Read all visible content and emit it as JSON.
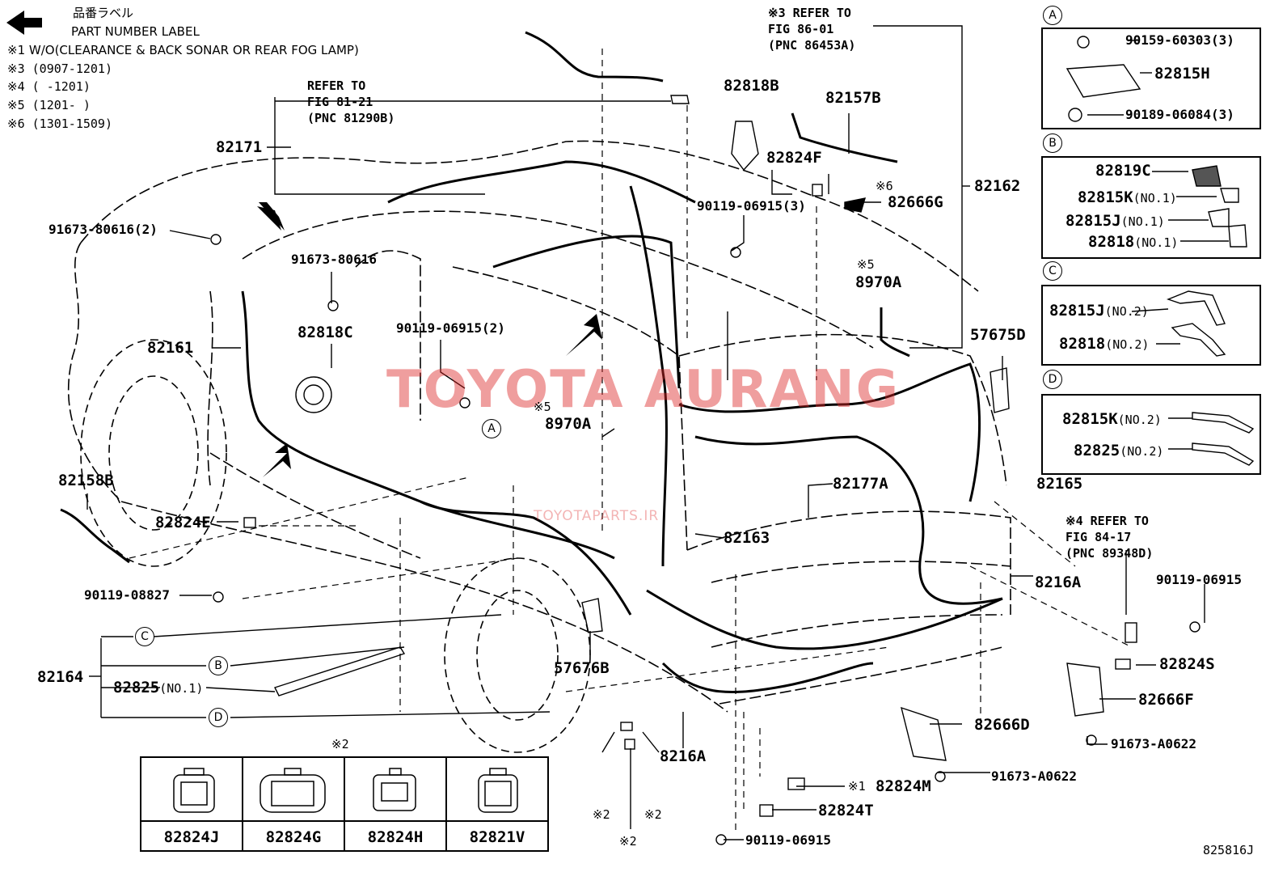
{
  "legend": {
    "arrow_label_jp": "品番ラベル",
    "arrow_label_en": "PART NUMBER LABEL",
    "notes": [
      "※1 W/O(CLEARANCE & BACK SONAR OR REAR FOG LAMP)",
      "※3 (0907-1201)",
      "※4 (      -1201)",
      "※5 (1201-      )",
      "※6 (1301-1509)"
    ]
  },
  "refs": {
    "fig81": "REFER TO\nFIG 81-21\n(PNC 81290B)",
    "fig86": "※3 REFER TO\nFIG 86-01\n(PNC 86453A)",
    "fig84": "※4 REFER TO\nFIG 84-17\n(PNC 89348D)"
  },
  "parts": {
    "p82171": "82171",
    "p91673_80616_2": "91673-80616(2)",
    "p91673_80616": "91673-80616",
    "p82818C": "82818C",
    "p82161": "82161",
    "p90119_06915_2": "90119-06915(2)",
    "p8970A_a": "8970A",
    "p8970A_b": "8970A",
    "p82158B": "82158B",
    "p82824E": "82824E",
    "p90119_08827": "90119-08827",
    "p82164": "82164",
    "p82825_no1": "82825",
    "p82825_no1_sfx": "(NO.1)",
    "p57676B": "57676B",
    "p82818B": "82818B",
    "p82157B": "82157B",
    "p82824F": "82824F",
    "p90119_06915_3": "90119-06915(3)",
    "p82666G": "82666G",
    "p82162": "82162",
    "p57675D": "57675D",
    "p82177A": "82177A",
    "p82163": "82163",
    "p82165": "82165",
    "p8216A_a": "8216A",
    "p8216A_b": "8216A",
    "p90119_06915_r": "90119-06915",
    "p82824S": "82824S",
    "p82666F": "82666F",
    "p82666D": "82666D",
    "p91673_A0622_a": "91673-A0622",
    "p91673_A0622_b": "91673-A0622",
    "p82824M": "82824M",
    "p82824T": "82824T",
    "p90119_06915_b": "90119-06915",
    "note5_a": "※5",
    "note5_b": "※5",
    "note6": "※6",
    "note1": "※1",
    "note2_a": "※2",
    "note2_b": "※2",
    "note2_c": "※2",
    "note2_top": "※2",
    "diagram_id": "825816J"
  },
  "callout_letters": [
    "A",
    "B",
    "C",
    "D"
  ],
  "inset_A": {
    "letter": "A",
    "lines": [
      "90159-60303(3)",
      "82815H",
      "90189-06084(3)"
    ]
  },
  "inset_B": {
    "letter": "B",
    "lines": [
      {
        "part": "82819C",
        "sfx": ""
      },
      {
        "part": "82815K",
        "sfx": "(NO.1)"
      },
      {
        "part": "82815J",
        "sfx": "(NO.1)"
      },
      {
        "part": "82818",
        "sfx": "(NO.1)"
      }
    ]
  },
  "inset_C": {
    "letter": "C",
    "lines": [
      {
        "part": "82815J",
        "sfx": "(NO.2)"
      },
      {
        "part": "82818",
        "sfx": "(NO.2)"
      }
    ]
  },
  "inset_D": {
    "letter": "D",
    "lines": [
      {
        "part": "82815K",
        "sfx": "(NO.2)"
      },
      {
        "part": "82825",
        "sfx": "(NO.2)"
      }
    ]
  },
  "connector_table": [
    "82824J",
    "82824G",
    "82824H",
    "82821V"
  ],
  "watermark": {
    "main": "TOYOTA AURANG",
    "sub": "TOYOTAPARTS.IR"
  }
}
